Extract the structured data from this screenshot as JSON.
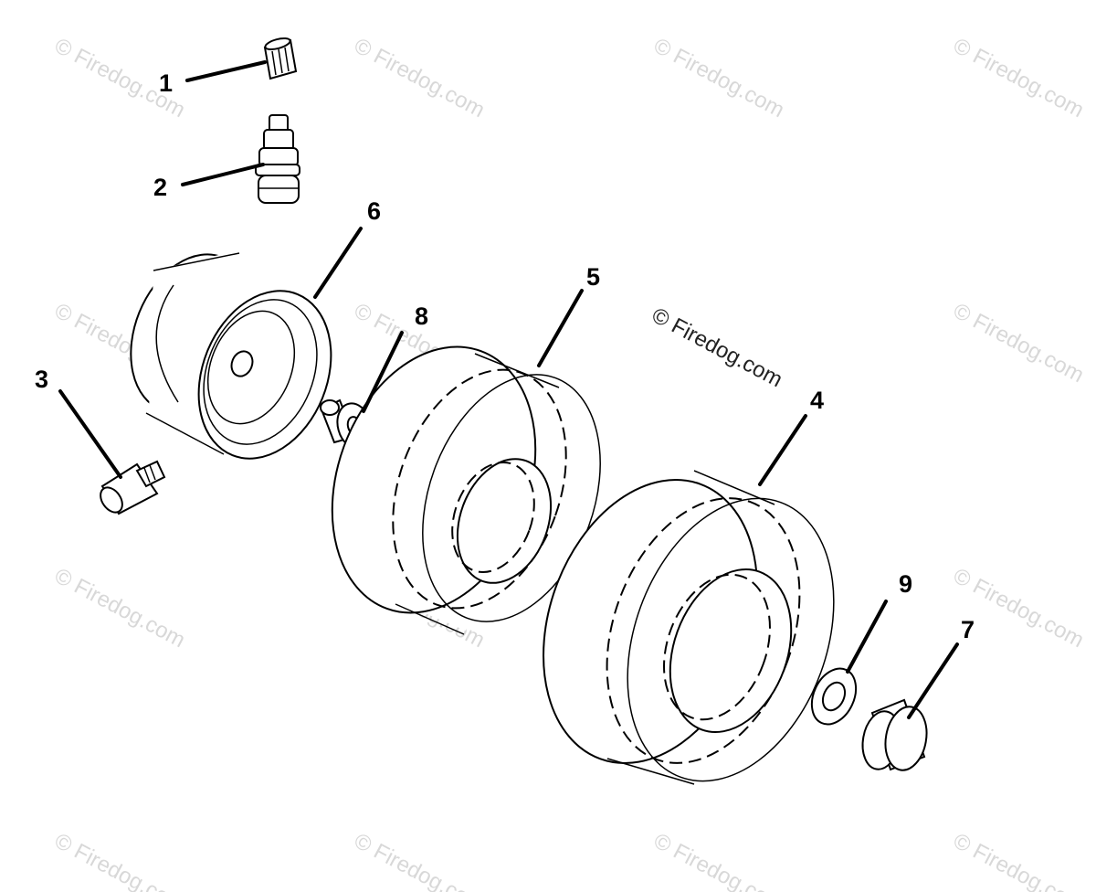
{
  "watermark": {
    "repeated_text": "© Firedog.com",
    "main_text": "© Firedog.com"
  },
  "callouts": {
    "c1": "1",
    "c2": "2",
    "c3": "3",
    "c4": "4",
    "c5": "5",
    "c6": "6",
    "c7": "7",
    "c8": "8",
    "c9": "9"
  },
  "parts": [
    {
      "callout": "1",
      "icon": "valve-cap-icon"
    },
    {
      "callout": "2",
      "icon": "valve-stem-icon"
    },
    {
      "callout": "3",
      "icon": "grease-fitting-icon"
    },
    {
      "callout": "4",
      "icon": "tire-icon"
    },
    {
      "callout": "5",
      "icon": "tire-icon"
    },
    {
      "callout": "6",
      "icon": "wheel-rim-icon"
    },
    {
      "callout": "7",
      "icon": "bushing-icon"
    },
    {
      "callout": "8",
      "icon": "flanged-bushing-icon"
    },
    {
      "callout": "9",
      "icon": "washer-icon"
    }
  ],
  "colors": {
    "line": "#000000",
    "background": "#ffffff",
    "watermark": "#d8d8d8"
  }
}
